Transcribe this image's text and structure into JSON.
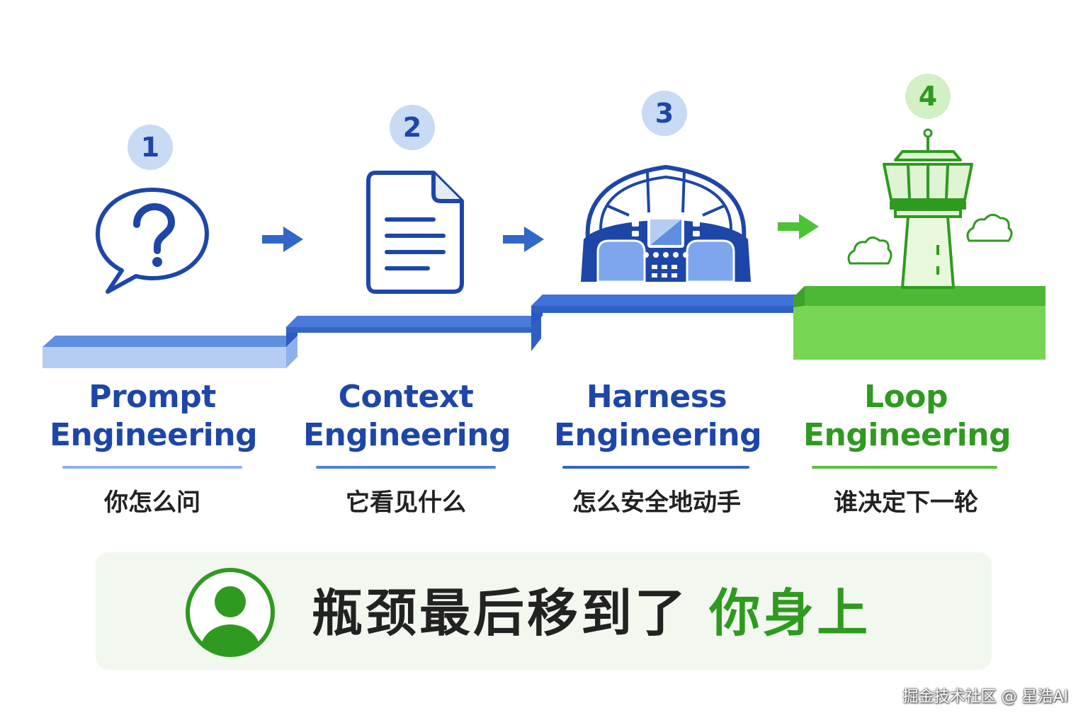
{
  "stages": [
    {
      "number": "1",
      "title_line1": "Prompt",
      "title_line2": "Engineering",
      "subtitle": "你怎么问",
      "icon": "question-bubble-icon",
      "color": "#1d46a8"
    },
    {
      "number": "2",
      "title_line1": "Context",
      "title_line2": "Engineering",
      "subtitle": "它看见什么",
      "icon": "document-icon",
      "color": "#1d46a8"
    },
    {
      "number": "3",
      "title_line1": "Harness",
      "title_line2": "Engineering",
      "subtitle": "怎么安全地动手",
      "icon": "cockpit-icon",
      "color": "#1d46a8"
    },
    {
      "number": "4",
      "title_line1": "Loop",
      "title_line2": "Engineering",
      "subtitle": "谁决定下一轮",
      "icon": "control-tower-icon",
      "color": "#2f9a20"
    }
  ],
  "banner": {
    "text_main": "瓶颈最后移到了",
    "text_highlight": "你身上",
    "icon": "user-icon"
  },
  "watermark": "掘金技术社区 @ 星浩AI",
  "colors": {
    "blue": "#1d46a8",
    "light_blue": "#3c74d4",
    "green": "#2f9a20",
    "light_green": "#6fd04c"
  }
}
